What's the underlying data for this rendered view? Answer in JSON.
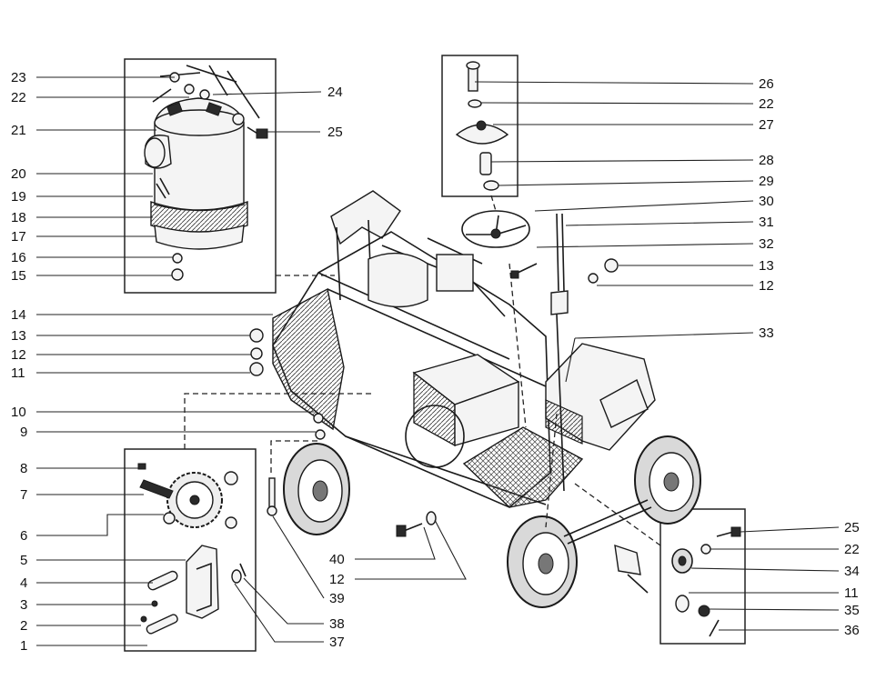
{
  "labels_left": [
    "23",
    "22",
    "21",
    "20",
    "19",
    "18",
    "17",
    "16",
    "15",
    "14",
    "13",
    "12",
    "11",
    "10",
    "9",
    "8",
    "7",
    "6",
    "5",
    "4",
    "3",
    "2",
    "1"
  ],
  "labels_right": [
    "24",
    "25",
    "26",
    "22",
    "27",
    "28",
    "29",
    "30",
    "31",
    "32",
    "13",
    "12",
    "33",
    "25",
    "22",
    "34",
    "11",
    "35",
    "36"
  ],
  "labels_bottom": [
    "40",
    "12",
    "39",
    "38",
    "37"
  ]
}
